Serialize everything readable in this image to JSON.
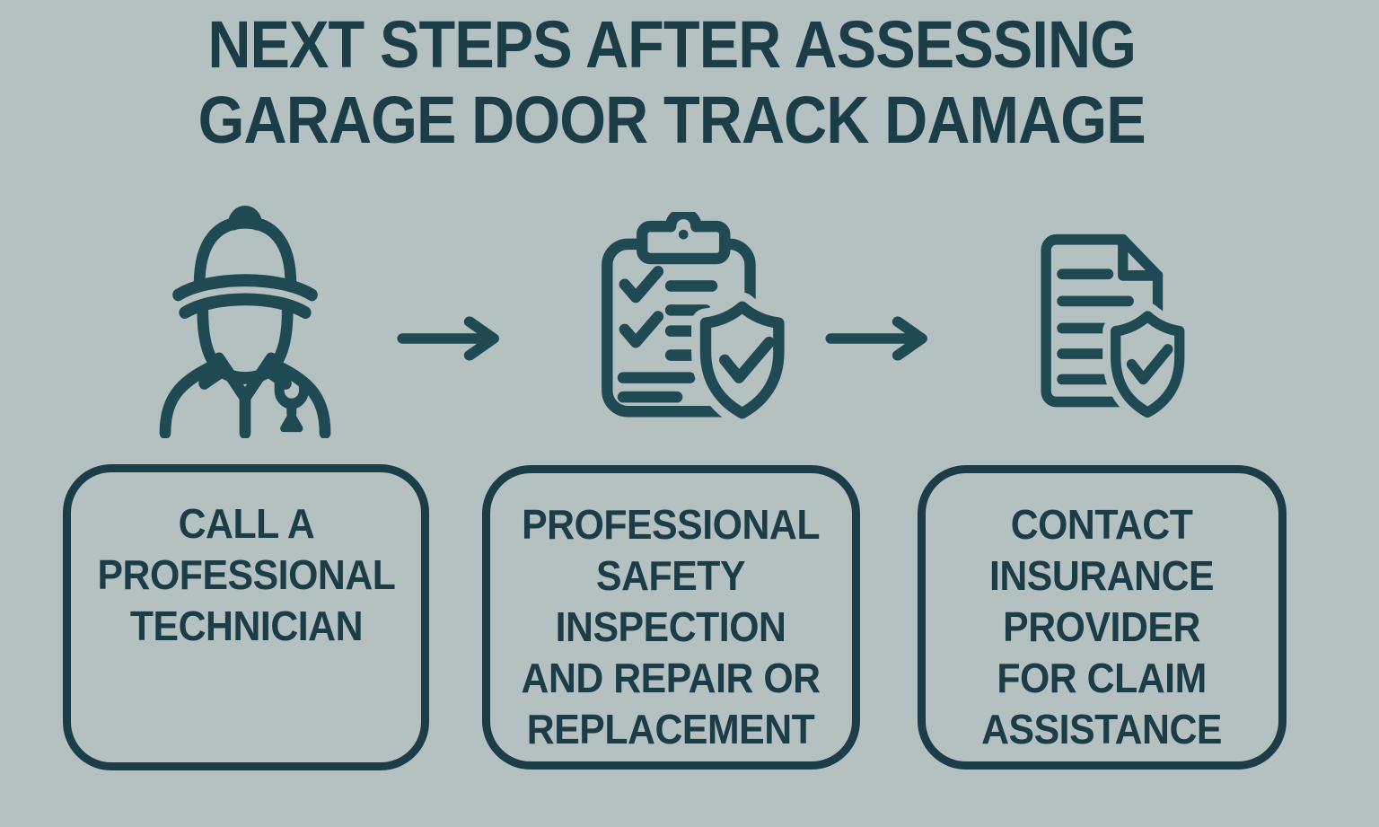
{
  "colors": {
    "background": "#b5c0c0",
    "ink": "#1b3d48",
    "icon": "#1f4a54"
  },
  "title": "NEXT STEPS AFTER ASSESSING\nGARAGE DOOR TRACK DAMAGE",
  "flow_arrow_icon": "right-arrow-icon",
  "steps": [
    {
      "icon": "technician-icon",
      "label": "CALL A\nPROFESSIONAL\nTECHNICIAN"
    },
    {
      "icon": "clipboard-checklist-shield-icon",
      "label": "PROFESSIONAL\nSAFETY\nINSPECTION\nAND REPAIR OR\nREPLACEMENT"
    },
    {
      "icon": "document-shield-icon",
      "label": "CONTACT\nINSURANCE\nPROVIDER\nFOR CLAIM\nASSISTANCE"
    }
  ]
}
